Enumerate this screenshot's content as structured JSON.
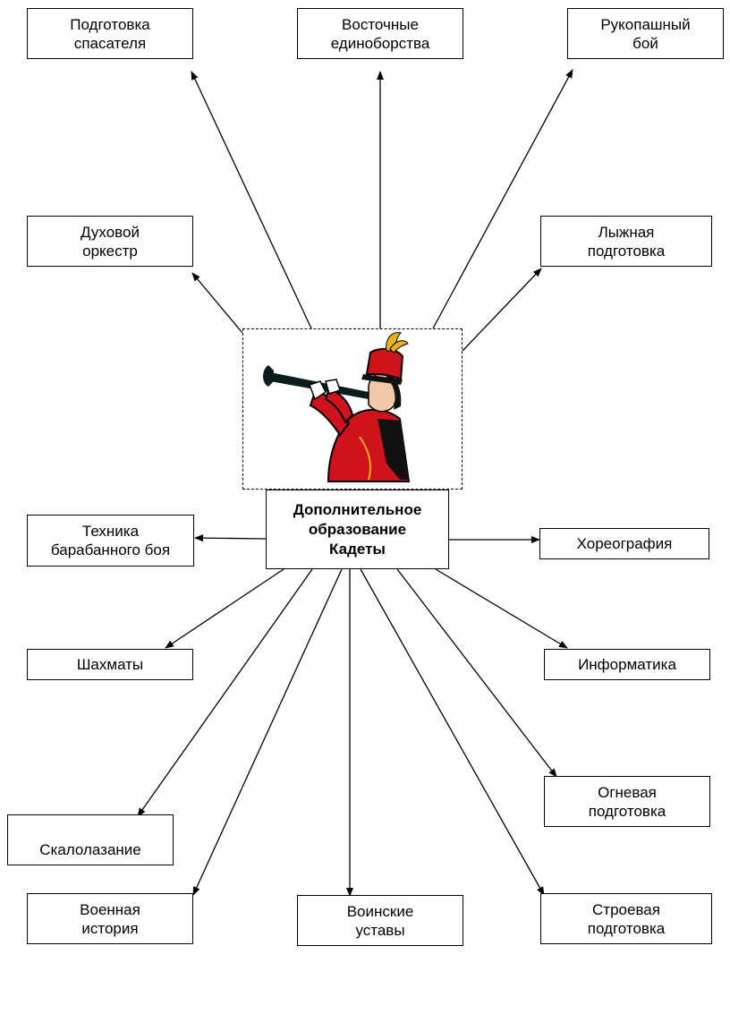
{
  "diagram": {
    "center": {
      "label": "Дополнительное\nобразование\nКадеты",
      "picture_icon": "bugler-cadet-icon"
    },
    "nodes": [
      {
        "id": "rescuer",
        "label": "Подготовка\nспасателя"
      },
      {
        "id": "martial",
        "label": "Восточные\nединоборства"
      },
      {
        "id": "handfight",
        "label": "Рукопашный\nбой"
      },
      {
        "id": "orchestra",
        "label": "Духовой\nоркестр"
      },
      {
        "id": "ski",
        "label": "Лыжная\nподготовка"
      },
      {
        "id": "drum",
        "label": "Техника\nбарабанного боя"
      },
      {
        "id": "choreo",
        "label": "Хореография"
      },
      {
        "id": "chess",
        "label": "Шахматы"
      },
      {
        "id": "informatics",
        "label": "Информатика"
      },
      {
        "id": "fire",
        "label": "Огневая\nподготовка"
      },
      {
        "id": "climbing",
        "label": "Скалолазание"
      },
      {
        "id": "history",
        "label": "Военная\nистория"
      },
      {
        "id": "regulations",
        "label": "Воинские\nуставы"
      },
      {
        "id": "drill",
        "label": "Строевая\nподготовка"
      }
    ],
    "colors": {
      "line": "#000000",
      "uniform_red": "#d0121b",
      "plume_yellow": "#e8b21c"
    }
  }
}
